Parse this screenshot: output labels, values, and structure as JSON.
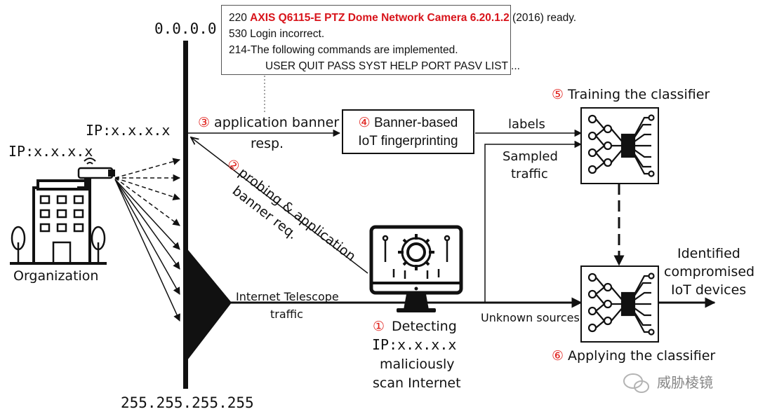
{
  "address_range": {
    "top": "0.0.0.0",
    "bottom": "255.255.255.255"
  },
  "ip_labels": {
    "scanner_ip": "IP:x.x.x.x",
    "org_ip": "IP:x.x.x.x",
    "detected_ip": "IP:x.x.x.x"
  },
  "banner_box": {
    "line1_prefix": "220 ",
    "line1_highlight": "AXIS Q6115-E PTZ Dome Network Camera 6.20.1.2",
    "line1_suffix": " (2016) ready.",
    "line2": "530 Login incorrect.",
    "line3": "214-The following commands are implemented.",
    "line4": "USER QUIT PASS SYST HELP PORT PASV LIST ..."
  },
  "steps": {
    "step1": {
      "num": "①",
      "label": "Detecting",
      "line2": "maliciously",
      "line3": "scan Internet"
    },
    "step2": {
      "num": "②",
      "line1": "probing & application",
      "line2": "banner req."
    },
    "step3": {
      "num": "③",
      "line1": "application banner",
      "line2": "resp."
    },
    "step4": {
      "num": "④",
      "line1": "Banner-based",
      "line2": "IoT fingerprinting"
    },
    "step5": {
      "num": "⑤",
      "label": "Training the classifier"
    },
    "step6": {
      "num": "⑥",
      "label": "Applying the classifier"
    }
  },
  "flow_labels": {
    "labels": "labels",
    "sampled_line1": "Sampled",
    "sampled_line2": "traffic",
    "telescope_line1": "Internet Telescope",
    "telescope_line2": "traffic",
    "unknown_sources": "Unknown sources"
  },
  "output": {
    "line1": "Identified",
    "line2": "compromised",
    "line3": "IoT devices"
  },
  "organization": {
    "label": "Organization"
  },
  "watermark": {
    "text": "威胁棱镜"
  },
  "colors": {
    "accent_red": "#e0201b",
    "line": "#111111",
    "highlight": "#d8141b"
  }
}
